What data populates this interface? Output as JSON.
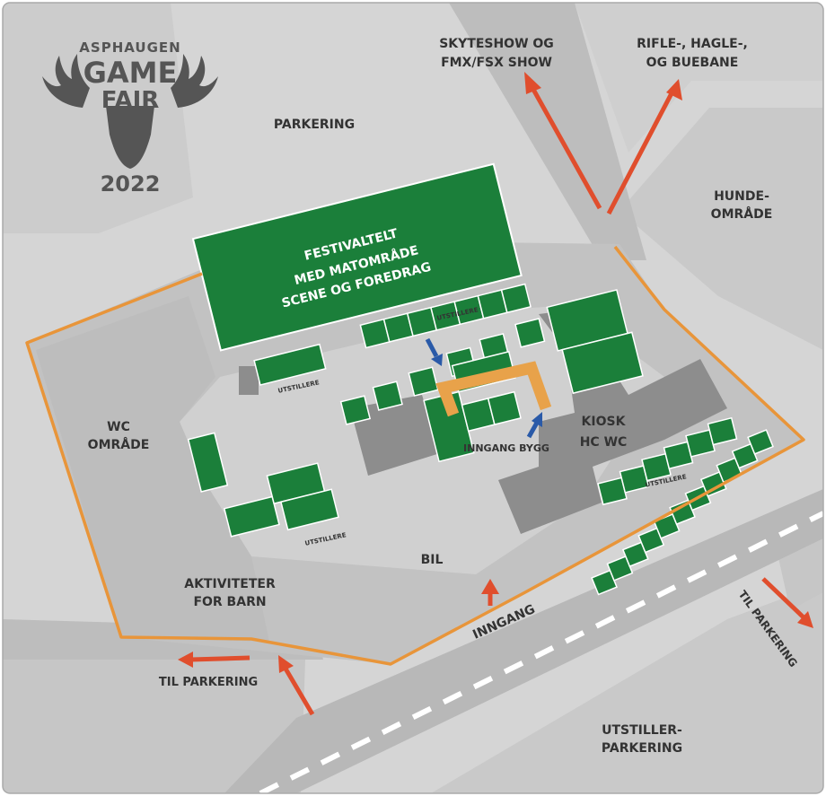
{
  "logo": {
    "top_text": "ASPHAUGEN",
    "word1": "GAME",
    "word2": "FAIR",
    "year": "2022"
  },
  "labels": {
    "parkering": "PARKERING",
    "skyteshow_1": "SKYTESHOW OG",
    "skyteshow_2": "FMX/FSX SHOW",
    "rifle_1": "RIFLE-, HAGLE-,",
    "rifle_2": "OG BUEBANE",
    "hunde_1": "HUNDE-",
    "hunde_2": "OMRÅDE",
    "festival_1": "FESTIVALTELT",
    "festival_2": "MED MATOMRÅDE",
    "festival_3": "SCENE OG FOREDRAG",
    "wc_1": "WC",
    "wc_2": "OMRÅDE",
    "kiosk_1": "KIOSK",
    "kiosk_2": "HC WC",
    "inngang_bygg": "INNGANG BYGG",
    "bil": "BIL",
    "aktiviteter_1": "AKTIVITETER",
    "aktiviteter_2": "FOR BARN",
    "inngang": "INNGANG",
    "til_parkering_left": "TIL PARKERING",
    "til_parkering_right": "TIL PARKERING",
    "utstiller_parkering_1": "UTSTILLER-",
    "utstiller_parkering_2": "PARKERING",
    "utstillere": "UTSTILLERE"
  },
  "colors": {
    "background": "#d4d4d4",
    "ground_light": "#c8c8c8",
    "road": "#b7b7b7",
    "building": "#8f8f8f",
    "stand_green": "#1b7f3a",
    "perimeter_orange": "#e8953a",
    "arrow_red": "#e04e2d",
    "arrow_blue": "#2a5aa8",
    "text_dark": "#333333"
  }
}
